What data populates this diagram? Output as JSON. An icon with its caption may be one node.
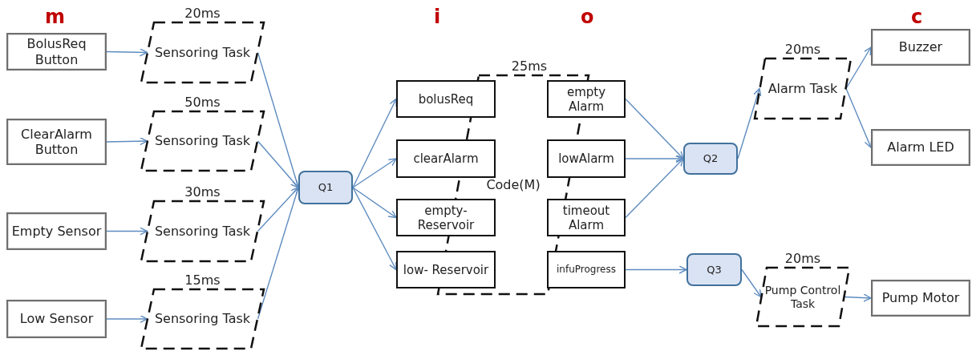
{
  "diagram": {
    "nodes": [
      {
        "text": [
          "BolusReq Button"
        ]
      },
      {
        "text": [
          "ClearAlarm Button"
        ]
      },
      {
        "text": [
          "Empty Sensor"
        ]
      },
      {
        "text": [
          "Low Sensor"
        ]
      },
      {
        "text": [
          "Sensoring Task"
        ],
        "beside": [
          "20ms"
        ]
      },
      {
        "text": [
          "Sensoring Task"
        ],
        "beside": [
          "50ms"
        ]
      },
      {
        "text": [
          "Sensoring Task"
        ],
        "beside": [
          "30ms"
        ]
      },
      {
        "text": [
          "Sensoring Task"
        ],
        "beside": [
          "15ms"
        ]
      },
      {
        "text": [
          "Q1"
        ]
      },
      {
        "text": [
          "Code(M)"
        ],
        "beside": [
          "25ms"
        ]
      },
      {
        "text": [
          "bolusReq"
        ]
      },
      {
        "text": [
          "clearAlarm"
        ]
      },
      {
        "text": [
          "empty- Reservoir"
        ]
      },
      {
        "text": [
          "low- Reservoir"
        ]
      },
      {
        "text": [
          "empty Alarm"
        ]
      },
      {
        "text": [
          "lowAlarm"
        ]
      },
      {
        "text": [
          "timeout Alarm"
        ]
      },
      {
        "text": [
          "infuProgress"
        ]
      },
      {
        "text": [
          "Q2"
        ]
      },
      {
        "text": [
          "Alarm Task"
        ],
        "beside": [
          "20ms"
        ]
      },
      {
        "text": [
          "Buzzer"
        ]
      },
      {
        "text": [
          "Alarm LED"
        ]
      },
      {
        "text": [
          "Q3"
        ]
      },
      {
        "text": [
          "Pump Control Task"
        ],
        "beside": [
          "20ms"
        ]
      },
      {
        "text": [
          "Pump Motor"
        ]
      }
    ],
    "edges": [
      {
        "from": 0,
        "to": 4,
        "arrow": "to"
      },
      {
        "from": 1,
        "to": 5,
        "arrow": "to"
      },
      {
        "from": 2,
        "to": 6,
        "arrow": "to"
      },
      {
        "from": 3,
        "to": 7,
        "arrow": "to"
      },
      {
        "from": 4,
        "to": 8,
        "arrow": "to"
      },
      {
        "from": 5,
        "to": 8,
        "arrow": "to"
      },
      {
        "from": 6,
        "to": 8,
        "arrow": "to"
      },
      {
        "from": 7,
        "to": 8,
        "arrow": "to"
      },
      {
        "from": 8,
        "to": 10,
        "arrow": "to"
      },
      {
        "from": 8,
        "to": 11,
        "arrow": "to"
      },
      {
        "from": 8,
        "to": 12,
        "arrow": "to"
      },
      {
        "from": 8,
        "to": 13,
        "arrow": "to"
      },
      {
        "from": 14,
        "to": 18,
        "arrow": "to"
      },
      {
        "from": 15,
        "to": 18,
        "arrow": "to"
      },
      {
        "from": 16,
        "to": 18,
        "arrow": "to"
      },
      {
        "from": 18,
        "to": 19,
        "arrow": "to"
      },
      {
        "from": 19,
        "to": 20,
        "arrow": "to"
      },
      {
        "from": 19,
        "to": 21,
        "arrow": "to"
      },
      {
        "from": 17,
        "to": 22,
        "arrow": "to"
      },
      {
        "from": 22,
        "to": 23,
        "arrow": "to"
      },
      {
        "from": 23,
        "to": 24,
        "arrow": "to"
      }
    ],
    "labels": [
      "m",
      "i",
      "o",
      "c"
    ]
  }
}
